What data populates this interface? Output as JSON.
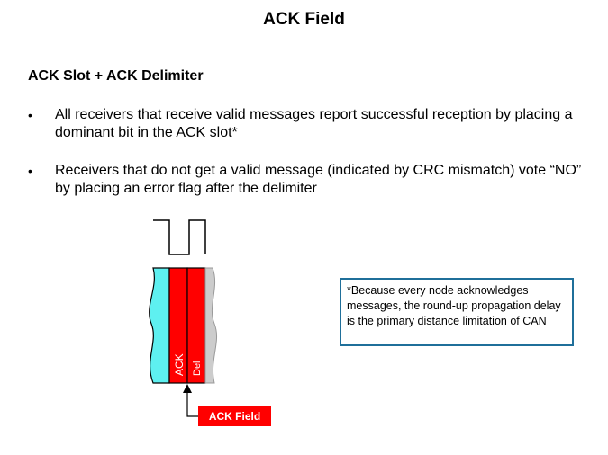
{
  "title": "ACK Field",
  "subtitle": "ACK Slot + ACK Delimiter",
  "bullets": [
    "All receivers that receive valid messages report successful reception by placing a dominant bit in the ACK slot*",
    "Receivers that do not get a valid message (indicated by CRC mismatch) vote “NO” by placing an error flag after the delimiter"
  ],
  "bullet_symbol": "•",
  "note": "*Because every node acknowledges messages, the round-up propagation delay is the primary distance limitation of CAN",
  "diagram": {
    "ack_label": "ACK",
    "del_label": "Del",
    "callout": "ACK Field"
  },
  "colors": {
    "ack_red": "#ff0000",
    "cyan": "#5ef0f0",
    "grey": "#cccccc",
    "note_border": "#1f6f9a"
  }
}
